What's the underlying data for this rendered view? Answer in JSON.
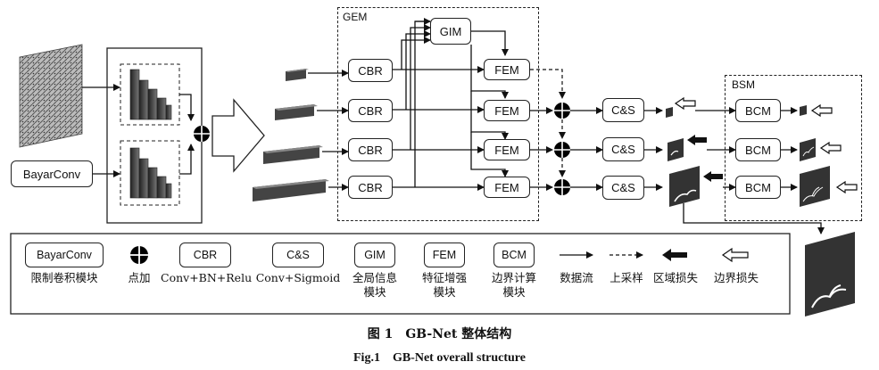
{
  "modules": {
    "bayarconv": "BayarConv",
    "gem": "GEM",
    "gim": "GIM",
    "cbr": "CBR",
    "fem": "FEM",
    "cs": "C&S",
    "bsm": "BSM",
    "bcm": "BCM"
  },
  "legend": {
    "bayarconv_label": "限制卷积模块",
    "add_label": "点加",
    "cbr_label": "Conv+BN+Relu",
    "cs_label": "Conv+Sigmoid",
    "gim_label_1": "全局信息",
    "gim_label_2": "模块",
    "fem_label_1": "特征增强",
    "fem_label_2": "模块",
    "bcm_label_1": "边界计算",
    "bcm_label_2": "模块",
    "dataflow_label": "数据流",
    "upsample_label": "上采样",
    "region_loss_label": "区域损失",
    "boundary_loss_label": "边界损失"
  },
  "caption": {
    "cn": "图 1　GB-Net 整体结构",
    "en": "Fig.1　GB-Net overall structure"
  }
}
